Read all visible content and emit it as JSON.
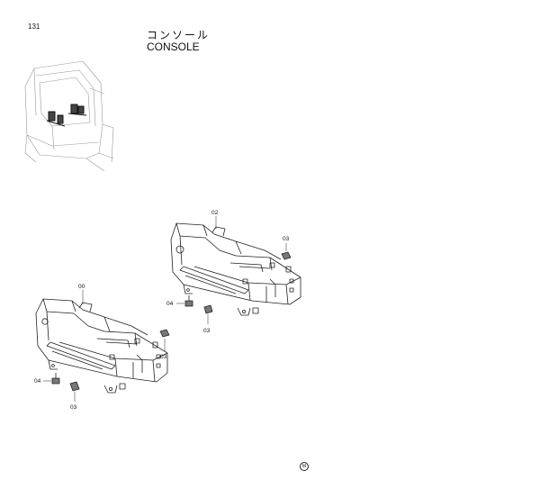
{
  "page": {
    "number": "131"
  },
  "title": {
    "japanese": "コンソール",
    "english": "CONSOLE"
  },
  "part_labels": {
    "console_right": "02",
    "console_left": "00",
    "bolt_right": "04",
    "bolt_left": "04",
    "nut_right_top": "03",
    "nut_right_bottom": "03",
    "nut_left_top": "03",
    "nut_left_bottom": "03"
  },
  "stamp": {
    "mark": "M"
  },
  "colors": {
    "line": "#222222",
    "background": "#ffffff"
  }
}
